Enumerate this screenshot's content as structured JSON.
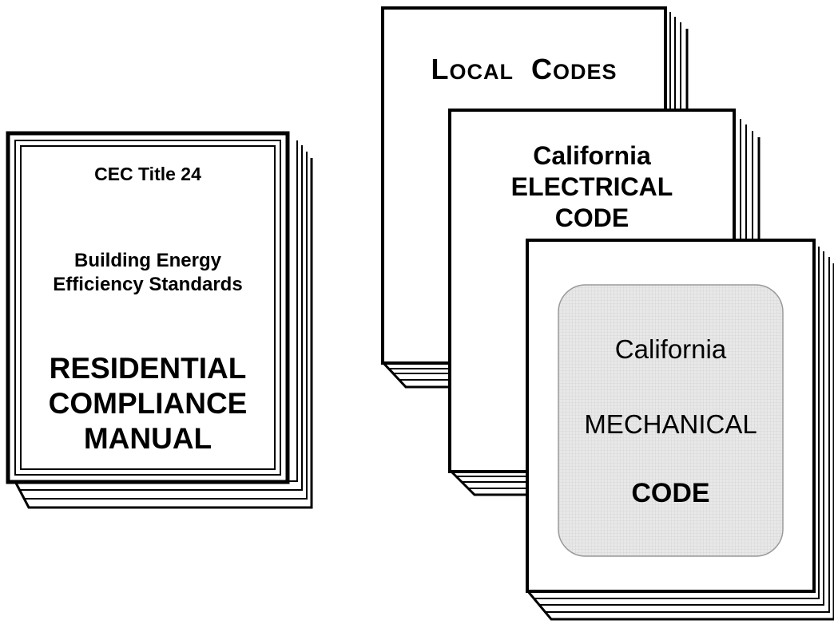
{
  "books": {
    "title24": {
      "line1": "CEC Title 24",
      "line2": "Building Energy",
      "line3": "Efficiency Standards",
      "line4": "RESIDENTIAL",
      "line5": "COMPLIANCE",
      "line6": "MANUAL"
    },
    "local": {
      "word1_initial": "L",
      "word1_rest": "OCAL",
      "word2_initial": "C",
      "word2_rest": "ODES"
    },
    "electrical": {
      "line1": "California",
      "line2": "ELECTRICAL",
      "line3": "CODE"
    },
    "mechanical": {
      "line1": "California",
      "line2": "MECHANICAL",
      "line3": "CODE"
    }
  },
  "colors": {
    "ink": "#000000",
    "page": "#ffffff",
    "panel_fill": "#e6e6e6",
    "panel_border": "#9a9a9a"
  }
}
